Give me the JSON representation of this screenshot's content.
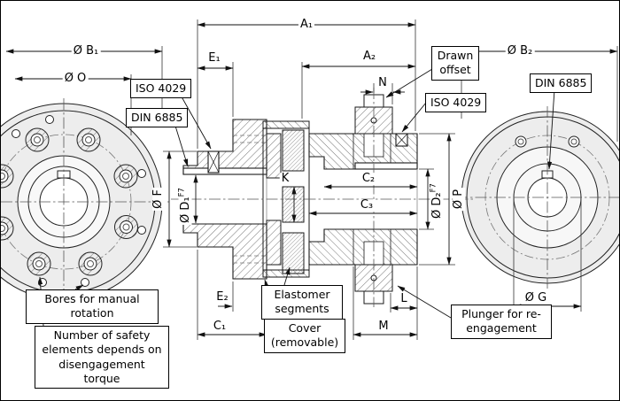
{
  "drawing": {
    "dims": {
      "a1": "A₁",
      "a2": "A₂",
      "b1": "Ø B₁",
      "b2": "Ø B₂",
      "o": "Ø O",
      "e1": "E₁",
      "e2": "E₂",
      "c1": "C₁",
      "c2": "C₂",
      "c3": "C₃",
      "n": "N",
      "k": "K",
      "l": "L",
      "m": "M",
      "f": "Ø F",
      "p": "Ø P",
      "g": "Ø G",
      "d1": {
        "base": "Ø D₁",
        "tol": "F7"
      },
      "d2": {
        "base": "Ø D₂",
        "tol": "F7"
      }
    },
    "callouts": {
      "iso4029_left": "ISO 4029",
      "din6885_left": "DIN 6885",
      "drawn_offset": "Drawn offset",
      "iso4029_right": "ISO 4029",
      "din6885_right": "DIN 6885",
      "bores_manual": "Bores for manual rotation",
      "safety_note": "Number of safety elements depends on disengagement torque",
      "elastomer": "Elastomer segments",
      "cover": "Cover (removable)",
      "plunger": "Plunger for re-engagement"
    }
  }
}
